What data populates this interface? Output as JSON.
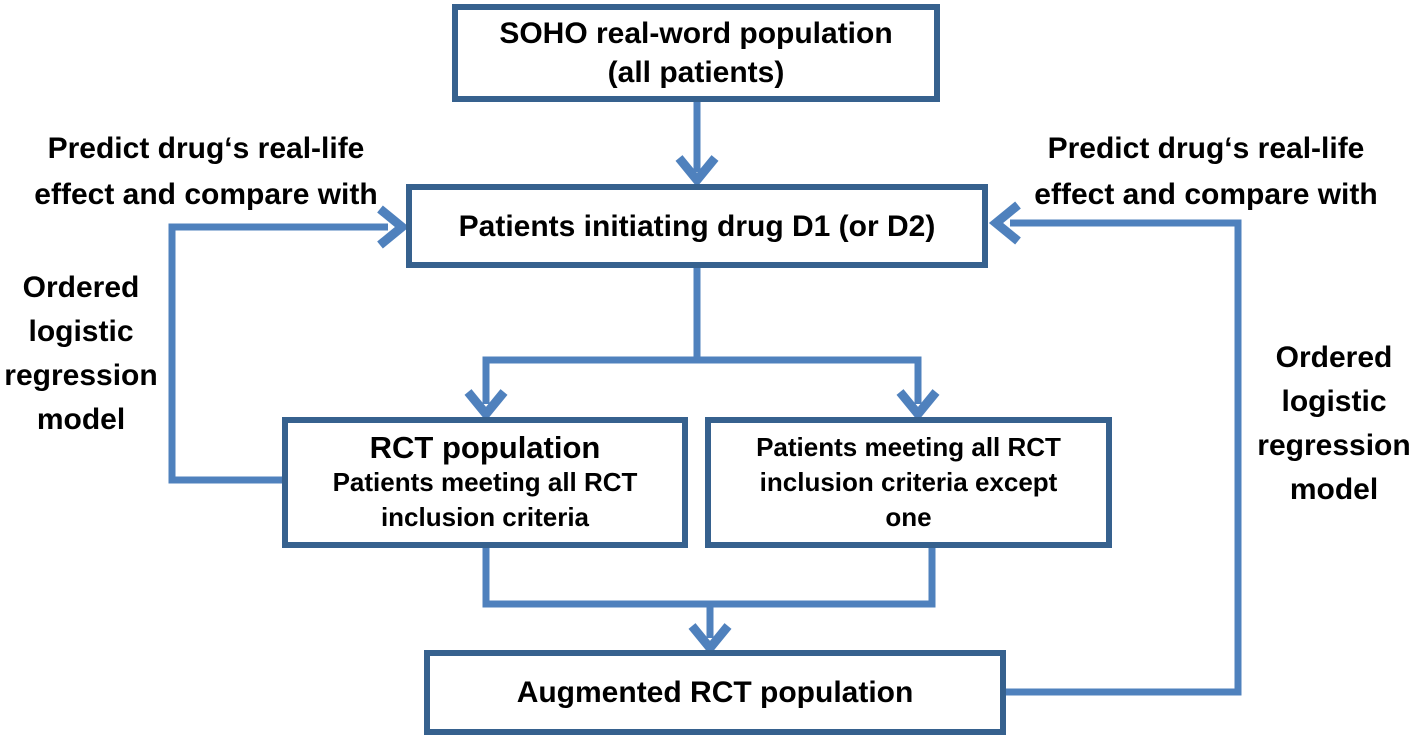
{
  "diagram_title": "SOHO RCT augmentation flowchart",
  "colors": {
    "connector": "#4f81bd",
    "box_border": "#36618e",
    "text": "#000000",
    "background": "#ffffff"
  },
  "nodes": {
    "soho": {
      "line1": "SOHO real-word population",
      "line2": "(all patients)"
    },
    "initiating": {
      "label": "Patients initiating drug D1 (or D2)"
    },
    "rct_population": {
      "title": "RCT population",
      "line1": "Patients meeting all RCT",
      "line2": "inclusion criteria"
    },
    "except_one": {
      "line1": "Patients meeting all RCT",
      "line2": "inclusion criteria except",
      "line3": "one"
    },
    "augmented": {
      "label": "Augmented RCT population"
    }
  },
  "annotations": {
    "left_predict": {
      "line1": "Predict drug‘s real-life",
      "line2": "effect and compare with"
    },
    "left_model": {
      "line1": "Ordered",
      "line2": "logistic",
      "line3": "regression",
      "line4": "model"
    },
    "right_predict": {
      "line1": "Predict drug‘s real-life",
      "line2": "effect and compare with"
    },
    "right_model": {
      "line1": "Ordered",
      "line2": "logistic",
      "line3": "regression",
      "line4": "model"
    }
  }
}
